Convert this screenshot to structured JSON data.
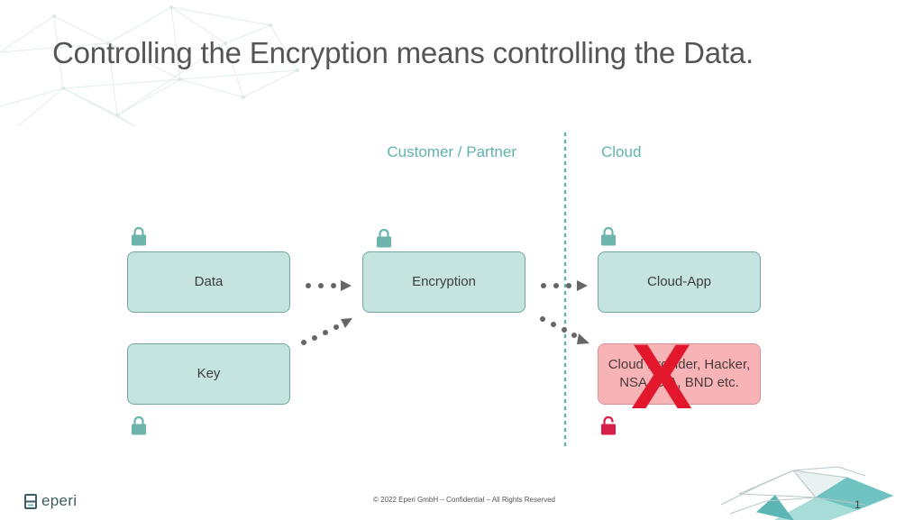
{
  "slide": {
    "title": "Controlling the Encryption means controlling the Data.",
    "columns": {
      "customer": "Customer / Partner",
      "cloud": "Cloud"
    },
    "boxes": {
      "data": "Data",
      "key": "Key",
      "encryption": "Encryption",
      "cloud_app": "Cloud-App",
      "cloud_provider": "Cloud Provider, Hacker, NSA, CIA, BND etc."
    },
    "cross_mark": "X",
    "footer": {
      "copyright": "© 2022 Eperi GmbH – Confidential – All Rights Reserved",
      "logo": "eperi",
      "page_number": "1"
    }
  },
  "colors": {
    "accent": "#5fb3ac",
    "box_fill": "#c5e3df",
    "danger_fill": "#f7b3b6",
    "cross": "#e3172b",
    "lock_safe": "#6db5ac",
    "lock_exposed": "#d71e48",
    "arrow": "#666666"
  }
}
